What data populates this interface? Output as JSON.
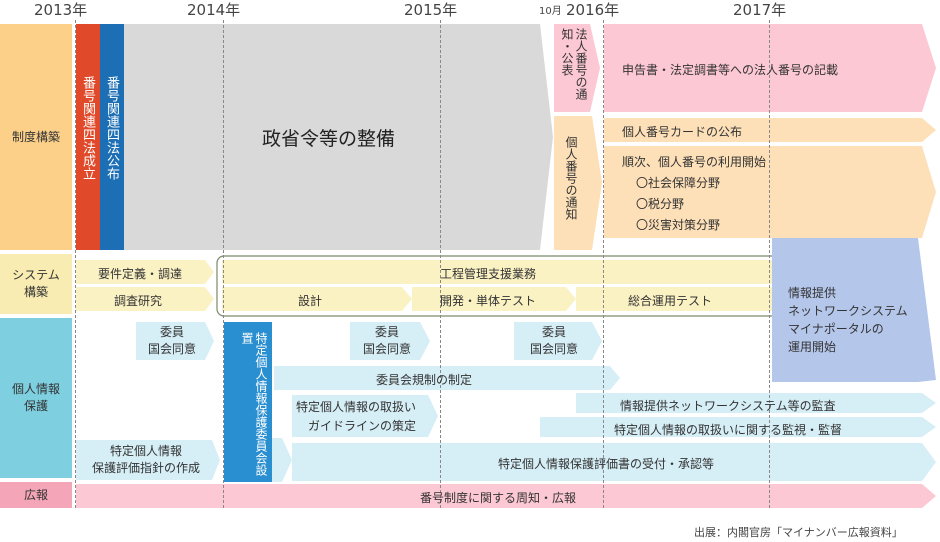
{
  "years": {
    "y2013": "2013年",
    "y2014": "2014年",
    "y2015": "2015年",
    "oct": "10月",
    "y2016": "2016年",
    "y2017": "2017年"
  },
  "categories": {
    "seido": "制度構築",
    "system": "システム構築",
    "kojin": "個人情報保護",
    "koho": "広報"
  },
  "seido": {
    "seiritsu": "番号関連四法成立",
    "kofu": "番号関連四法公布",
    "seishorei": "政省令等の整備",
    "hojin_tsuchi": "法人番号の通知・公表",
    "kojin_tsuchi": "個人番号の通知",
    "shinkoku": "申告書・法定調書等への法人番号の記載",
    "card": "個人番号カードの公布",
    "riyou": "順次、個人番号の利用開始",
    "riyou_items": [
      "〇社会保障分野",
      "〇税分野",
      "〇災害対策分野"
    ]
  },
  "system": {
    "youken": "要件定義・調達",
    "chousa": "調査研究",
    "kanri": "工程管理支援業務",
    "sekkei": "設計",
    "kaihatsu": "開発・単体テスト",
    "sougou": "総合運用テスト",
    "teikyou": [
      "情報提供",
      "ネットワークシステム",
      "マイナポータルの",
      "運用開始"
    ]
  },
  "kojin": {
    "iin1": [
      "委員",
      "国会同意"
    ],
    "iin2": [
      "委員",
      "国会同意"
    ],
    "iin3": [
      "委員",
      "国会同意"
    ],
    "setchi": "特定個人情報保護委員会設置",
    "kisoku": "委員会規制の制定",
    "guideline": [
      "特定個人情報の取扱い",
      "ガイドラインの策定"
    ],
    "kansa": "情報提供ネットワークシステム等の監査",
    "kanshi": "特定個人情報の取扱いに関する監視・監督",
    "shishin": [
      "特定個人情報",
      "保護評価指針の作成"
    ],
    "uketsuke": "特定個人情報保護評価書の受付・承認等"
  },
  "koho": {
    "shuuchi": "番号制度に関する周知・広報"
  },
  "source": "出展：内閣官房「マイナンバー広報資料」",
  "colors": {
    "cat_seido": "#fdd08a",
    "cat_system": "#f9ecb2",
    "cat_kojin": "#7ecfe0",
    "cat_koho": "#f4a6b8",
    "red": "#e04a2a",
    "blue": "#1c6fb4",
    "gray": "#d9d9d9",
    "peach": "#fde0b8",
    "pink": "#fcc8d4",
    "yellow": "#fbf2c4",
    "lightblue": "#d6eef6",
    "teal": "#2a8fd0",
    "lavender": "#b4c6ea"
  }
}
